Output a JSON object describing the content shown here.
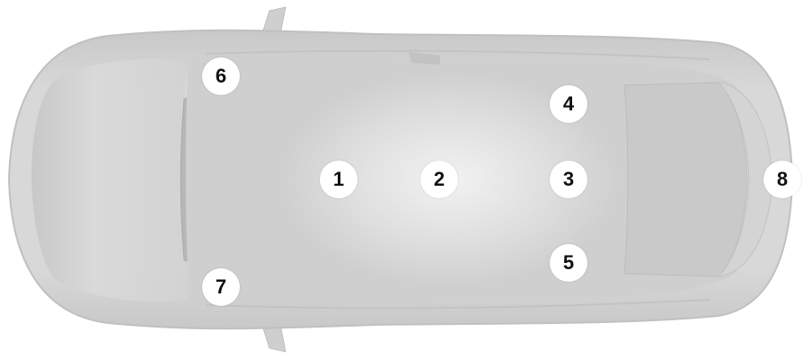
{
  "diagram": {
    "colors": {
      "body": "#d6d6d6",
      "body_edge": "#c4c4c4",
      "cabin": "#cdcdcd",
      "roof_highlight": "#ededed",
      "glass": "#bdbdbd",
      "marker_fill": "#ffffff",
      "marker_text": "#111111"
    },
    "markers": [
      {
        "id": "1",
        "label": "1"
      },
      {
        "id": "2",
        "label": "2"
      },
      {
        "id": "3",
        "label": "3"
      },
      {
        "id": "4",
        "label": "4"
      },
      {
        "id": "5",
        "label": "5"
      },
      {
        "id": "6",
        "label": "6"
      },
      {
        "id": "7",
        "label": "7"
      },
      {
        "id": "8",
        "label": "8"
      }
    ]
  }
}
